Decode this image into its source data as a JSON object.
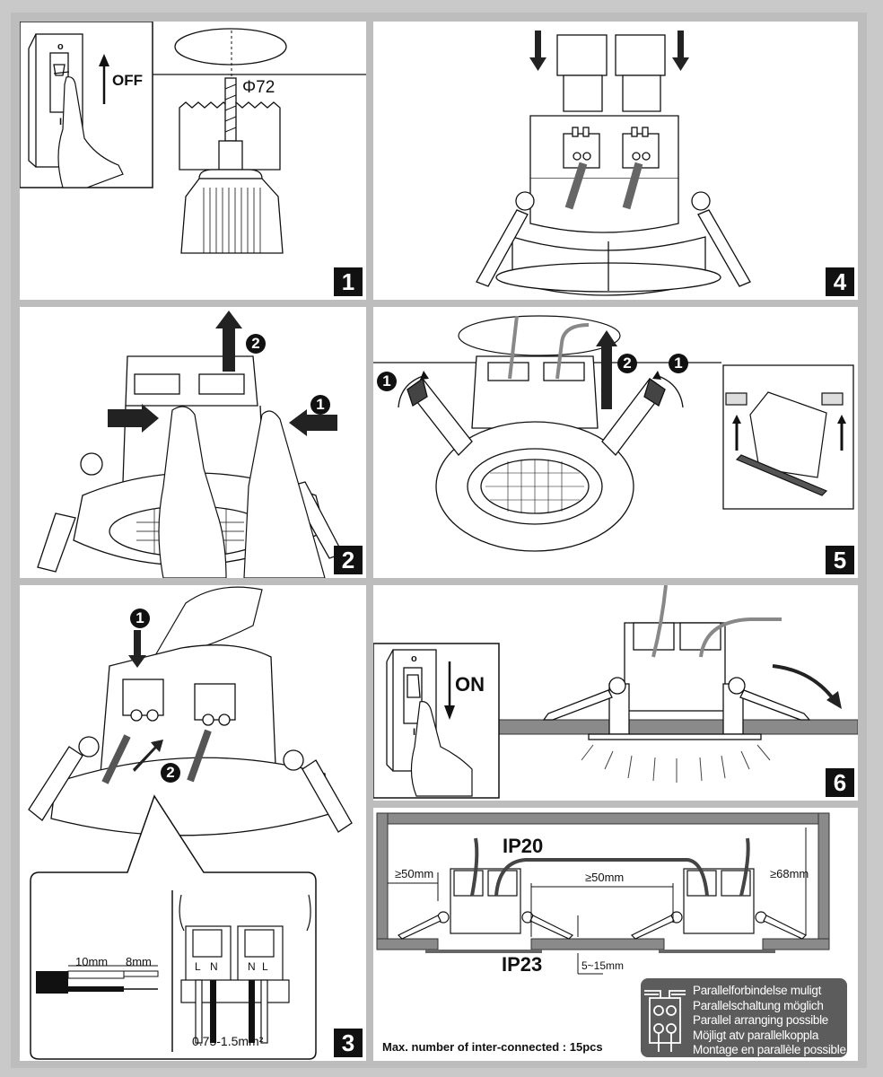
{
  "title": "Recessed LED downlight installation instructions",
  "steps": [
    {
      "number": "1",
      "switch_label": "OFF",
      "switch_marks": {
        "top": "o",
        "bottom": "I"
      },
      "cutout_diameter": "Φ72",
      "description_icons": [
        "wall-switch-icon",
        "hole-saw-drill-icon",
        "ceiling-cutout-icon"
      ]
    },
    {
      "number": "2",
      "callouts": [
        "1",
        "2"
      ],
      "description_icons": [
        "squeeze-arrows-icon",
        "lift-arrow-icon",
        "downlight-icon"
      ]
    },
    {
      "number": "3",
      "callouts": [
        "1",
        "2"
      ],
      "strip_lengths": {
        "outer": "10mm",
        "inner": "8mm"
      },
      "terminal_labels_left": [
        "L",
        "N"
      ],
      "terminal_labels_right": [
        "N",
        "L"
      ],
      "wire_gauge": "0.75-1.5mm²"
    },
    {
      "number": "4",
      "description_icons": [
        "down-arrow-icon",
        "down-arrow-icon",
        "terminal-cover-icon"
      ]
    },
    {
      "number": "5",
      "callouts": [
        "1",
        "2",
        "1"
      ],
      "description_icons": [
        "rotate-spring-icon",
        "insert-arrow-icon",
        "side-view-inset-icon"
      ]
    },
    {
      "number": "6",
      "switch_label": "ON",
      "switch_marks": {
        "top": "o",
        "bottom": "I"
      }
    }
  ],
  "spacing": {
    "ip_top": "IP20",
    "ip_bottom": "IP23",
    "side_clearance": "≥50mm",
    "between_clearance": "≥50mm",
    "depth_clearance": "≥68mm",
    "ceiling_thickness": "5~15mm",
    "max_interconnect": "Max. number of inter-connected : 15pcs",
    "parallel_lines": [
      "Parallelforbindelse muligt",
      "Parallelschaltung möglich",
      "Parallel arranging possible",
      "Möjligt atv parallelkoppla",
      "Montage en parallèle possible"
    ]
  },
  "colors": {
    "border": "#bdbdbd",
    "panel": "#ffffff",
    "ink": "#111111",
    "badge": "#5c5c5c",
    "ceiling": "#8a8a8a"
  }
}
